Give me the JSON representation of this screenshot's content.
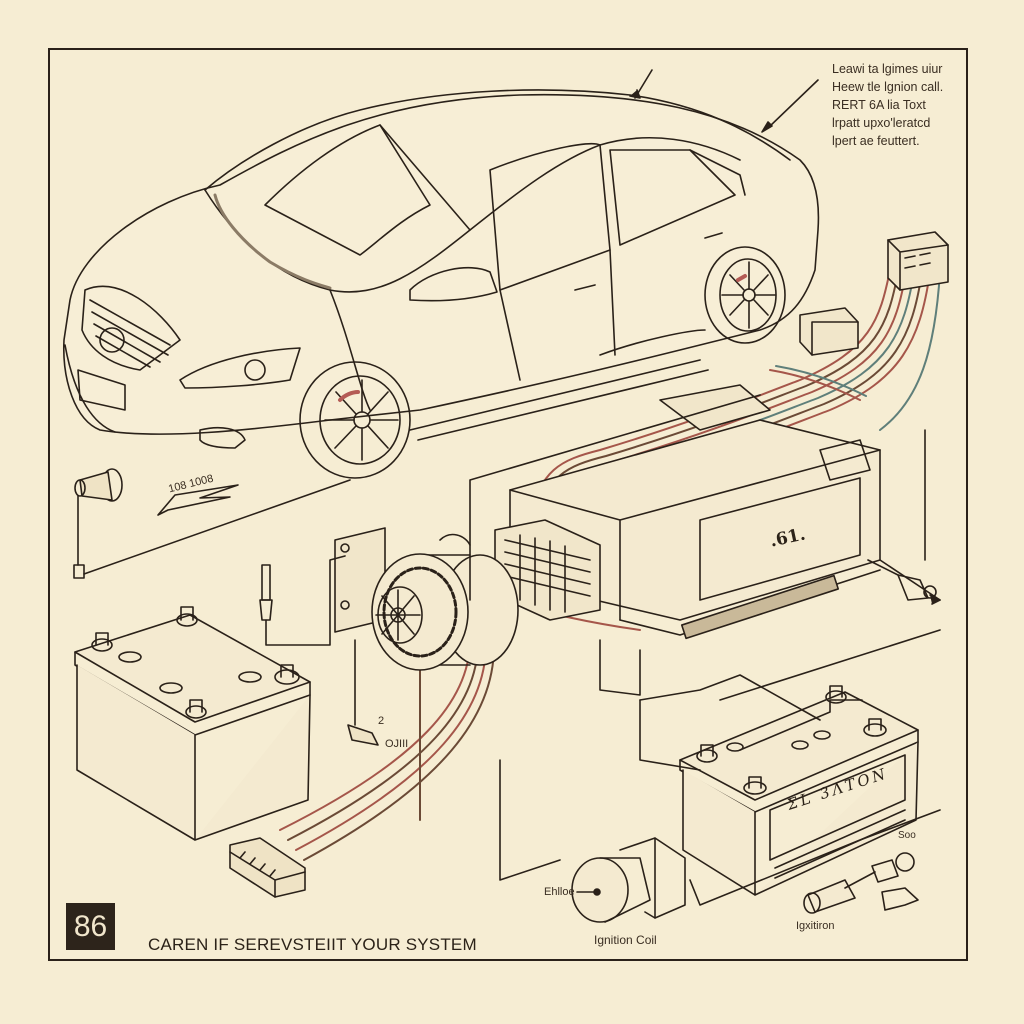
{
  "diagram": {
    "title_caption": "CAREN IF SEREVSTEIIT YOUR SYSTEM",
    "page_number": "86",
    "notes": [
      "Leawi ta lgimes uiur",
      "Heew tle lgnion call.",
      "RERT 6A lia Toxt",
      "lrpatt upxo'leratcd",
      "lpert ae feuttert."
    ],
    "labels": {
      "sensor_tag": "108 1008",
      "module_plate": ".61.",
      "battery_brand": "ΣL 3ΛΤΟΝ",
      "ignition_coil": "Ignition Coil",
      "coil_pointer": "Ehlloe",
      "ignition_switch": "Igxitiron",
      "plug_label": "OJIII",
      "plug_number": "2",
      "terminal_label": "Soo"
    },
    "components": [
      "car",
      "alternator",
      "control-module",
      "relay-connector",
      "wire-harness",
      "battery-left",
      "battery-right",
      "ignition-coil",
      "spark-plug",
      "oil-pressure-sensor",
      "harness-connector"
    ],
    "colors": {
      "paper": "#f6edd3",
      "ink": "#2a2119",
      "wire_red": "#a5564a",
      "wire_brown": "#6b4a36",
      "wire_teal": "#5f7f7a"
    }
  }
}
